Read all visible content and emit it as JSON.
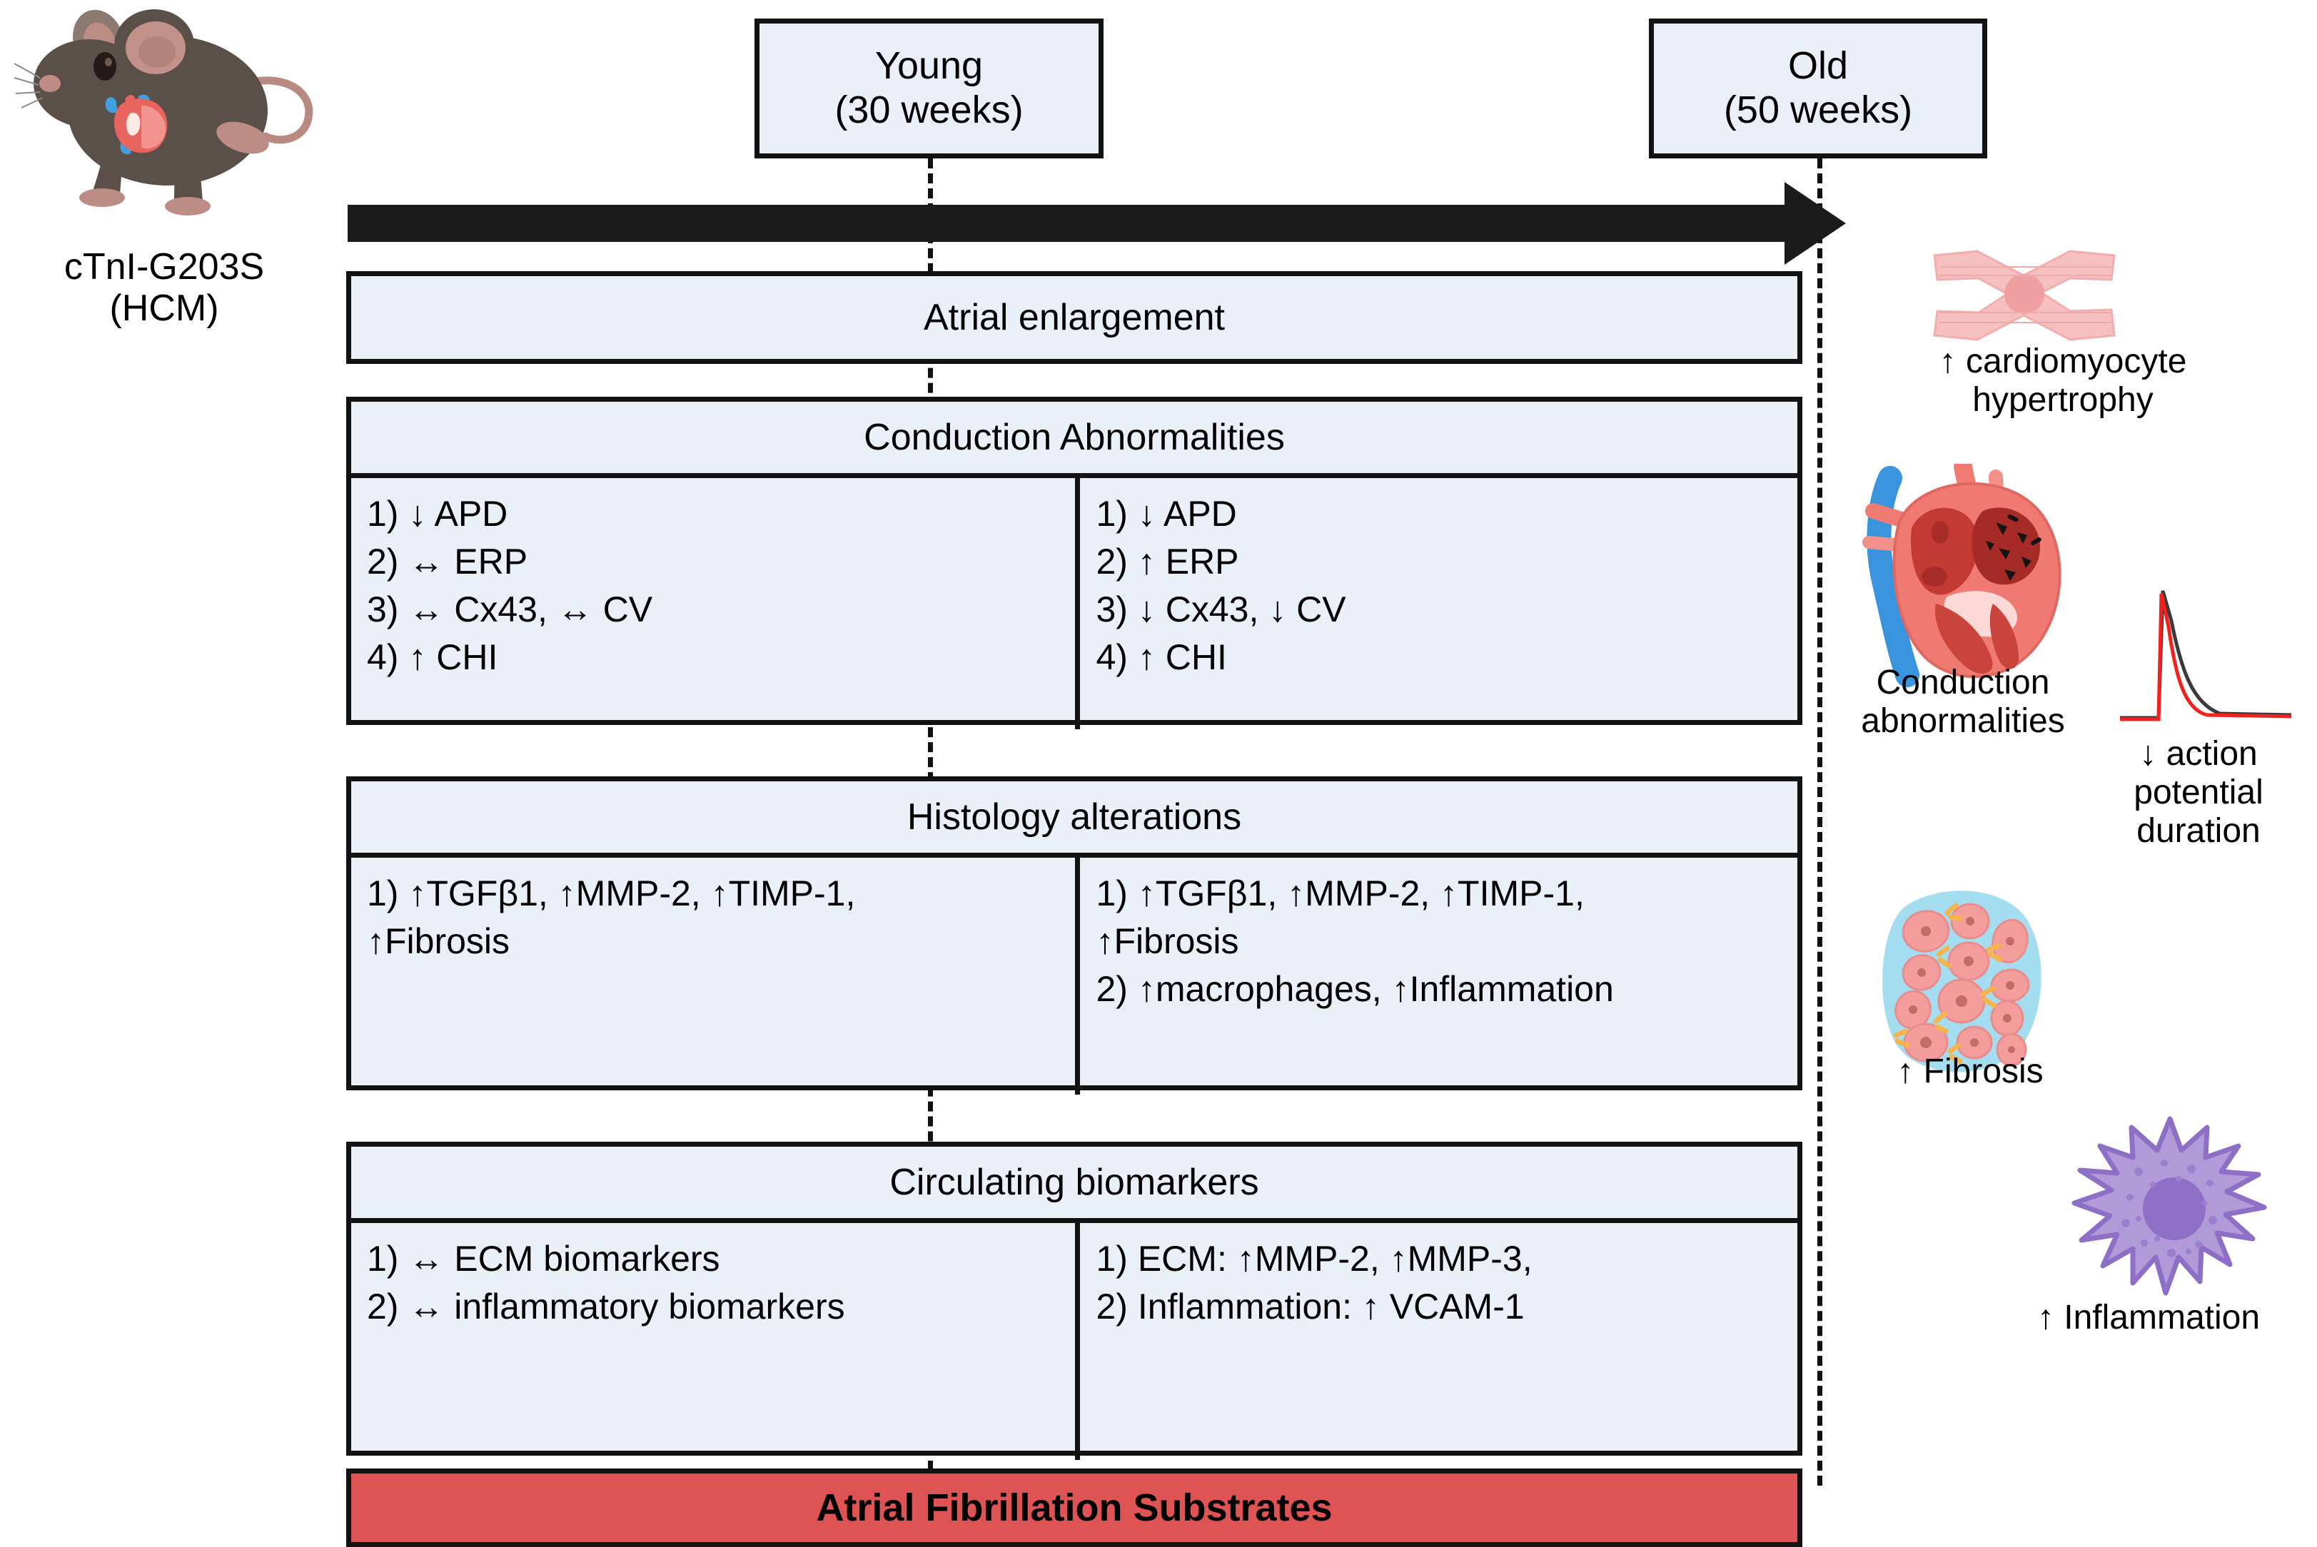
{
  "model": {
    "icon": "mouse-with-heart-illustration",
    "label_line1": "cTnI-G203S",
    "label_line2": "(HCM)"
  },
  "timeline": {
    "arrow": "right-arrow",
    "timepoints": [
      {
        "name": "Young",
        "detail": "(30 weeks)"
      },
      {
        "name": "Old",
        "detail": "(50 weeks)"
      }
    ]
  },
  "panels": [
    {
      "id": "atrial",
      "title": "Atrial enlargement",
      "young": [],
      "old": []
    },
    {
      "id": "conduction",
      "title": "Conduction Abnormalities",
      "young": [
        "1) ↓ APD",
        "2) ↔ ERP",
        "3) ↔ Cx43, ↔ CV",
        "4) ↑ CHI"
      ],
      "old": [
        "1) ↓ APD",
        "2) ↑ ERP",
        "3) ↓ Cx43, ↓ CV",
        "4) ↑ CHI"
      ]
    },
    {
      "id": "histology",
      "title": "Histology alterations",
      "young": [
        "1) ↑TGFβ1,  ↑MMP-2, ↑TIMP-1,",
        "↑Fibrosis"
      ],
      "old": [
        "1) ↑TGFβ1,  ↑MMP-2, ↑TIMP-1,",
        "↑Fibrosis",
        "2) ↑macrophages, ↑Inflammation"
      ]
    },
    {
      "id": "biomarkers",
      "title": "Circulating biomarkers",
      "young": [
        "1) ↔ ECM biomarkers",
        "2) ↔ inflammatory biomarkers"
      ],
      "old": [
        "1) ECM:  ↑MMP-2, ↑MMP-3,",
        "2) Inflammation:  ↑ VCAM-1"
      ]
    }
  ],
  "outcome": {
    "label": "Atrial Fibrillation Substrates",
    "color": "#de5454"
  },
  "annotations": [
    {
      "icon": "cardiomyocyte-illustration",
      "caption": "↑ cardiomyocyte\nhypertrophy"
    },
    {
      "icon": "heart-cross-section-illustration",
      "caption": "Conduction\nabnormalities"
    },
    {
      "icon": "action-potential-trace",
      "caption": "↓ action\npotential\nduration"
    },
    {
      "icon": "fibrosis-tissue-illustration",
      "caption": "↑ Fibrosis"
    },
    {
      "icon": "macrophage-illustration",
      "caption": "↑ Inflammation"
    }
  ],
  "colors": {
    "panel_fill": "#eaf0f8",
    "panel_border": "#121212",
    "outcome_fill": "#de5454",
    "arrow": "#1b1b1b"
  }
}
